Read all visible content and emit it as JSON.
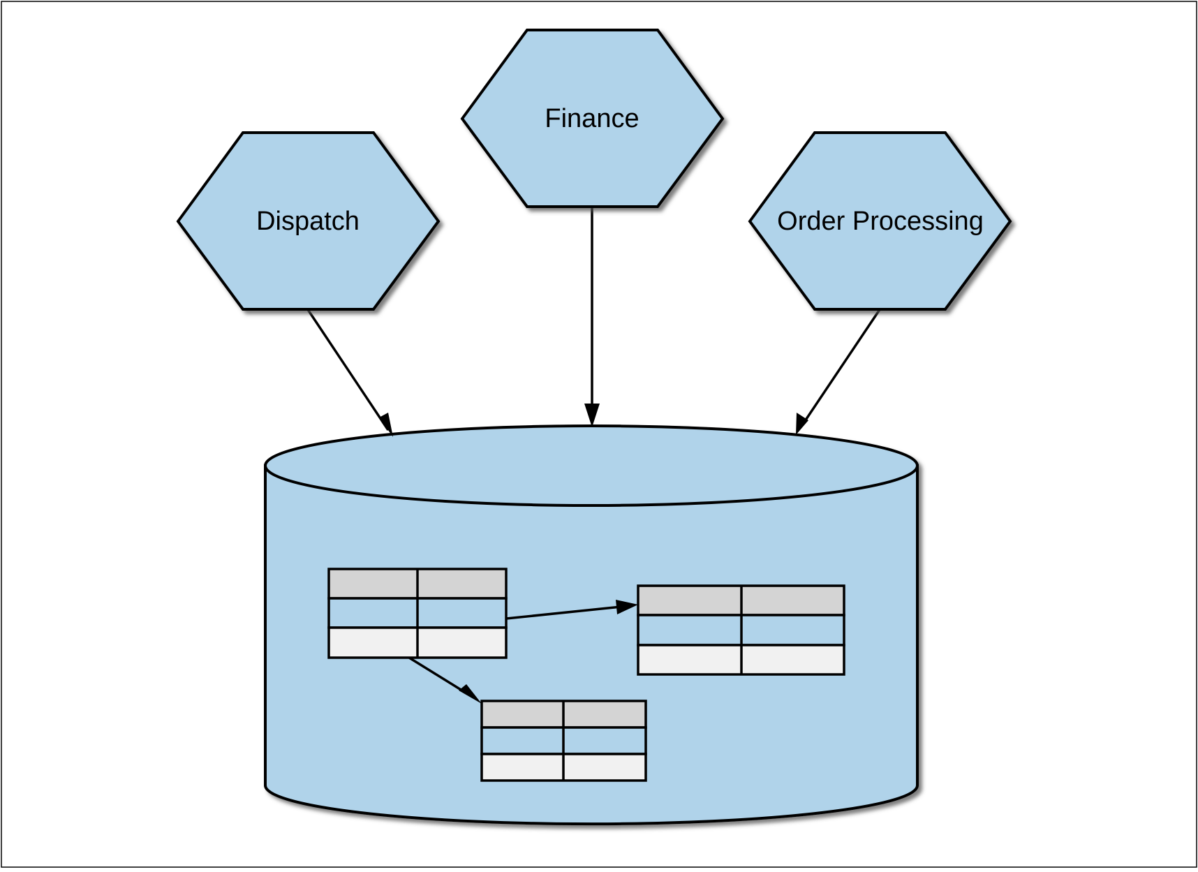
{
  "diagram": {
    "services": [
      {
        "id": "dispatch",
        "label": "Dispatch"
      },
      {
        "id": "finance",
        "label": "Finance"
      },
      {
        "id": "order-processing",
        "label": "Order Processing"
      }
    ],
    "colors": {
      "node_fill": "#b0d3ea",
      "stroke": "#000000",
      "header_row": "#d4d4d4",
      "data_row": "#b0d3ea",
      "light_row": "#f1f1f1",
      "shadow": "#555555"
    }
  }
}
